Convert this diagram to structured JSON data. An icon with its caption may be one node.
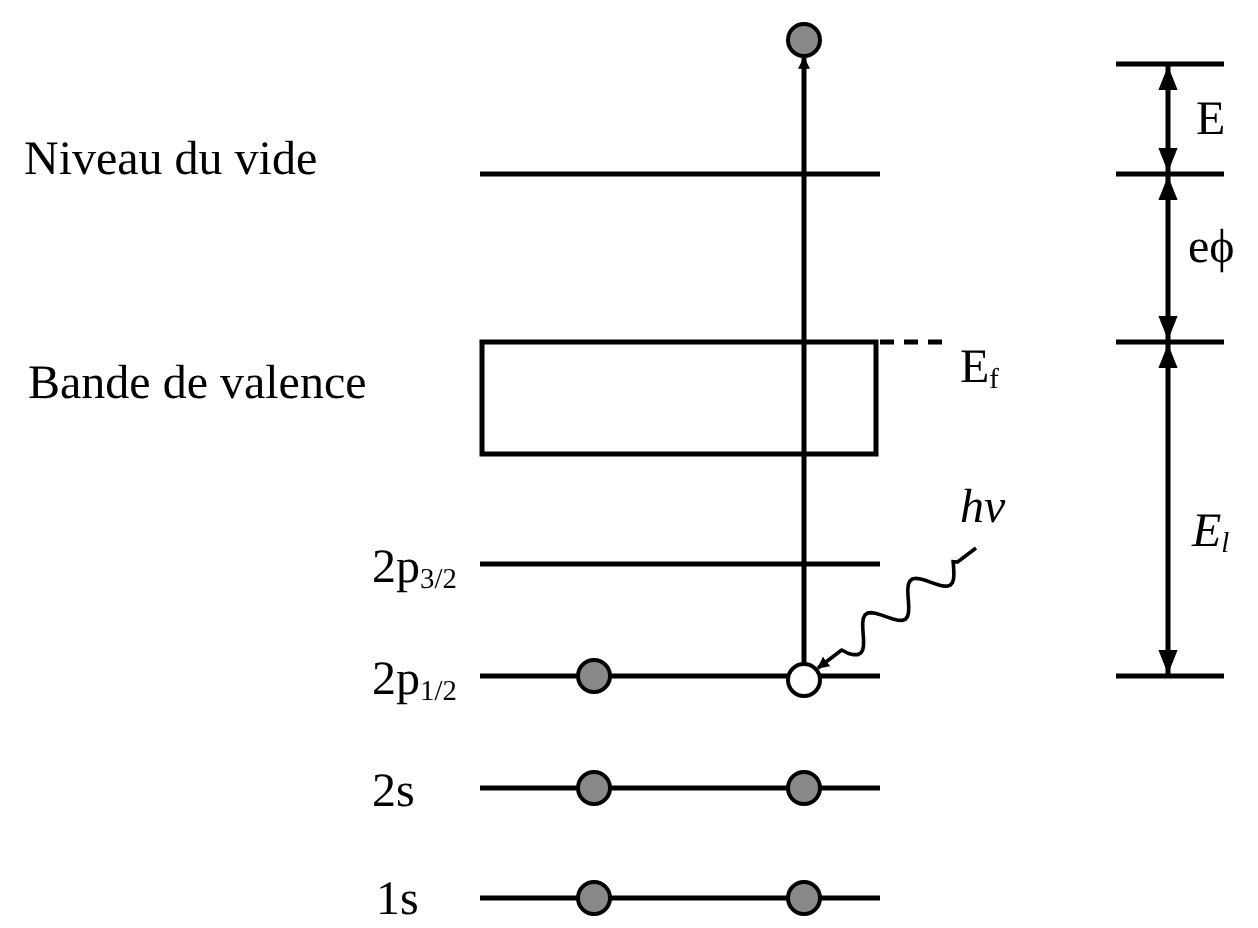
{
  "diagram": {
    "nodes": [
      {
        "text": [],
        "shape": "circle"
      },
      {
        "text": [],
        "shape": "circle"
      },
      {
        "text": [
          "hν"
        ]
      }
    ],
    "edges": [
      {
        "from": 1,
        "to": 0,
        "arrow": "to"
      },
      {
        "from": 2,
        "to": 1,
        "arrow": "to"
      }
    ],
    "labels": [
      "Niveau du vide",
      "Bande de valence",
      "E$_{f}$",
      "2p$_{3/2}$",
      "2p$_{1/2}$",
      "2s",
      "1s",
      "E",
      "eϕ",
      "E$_{l}$"
    ]
  }
}
